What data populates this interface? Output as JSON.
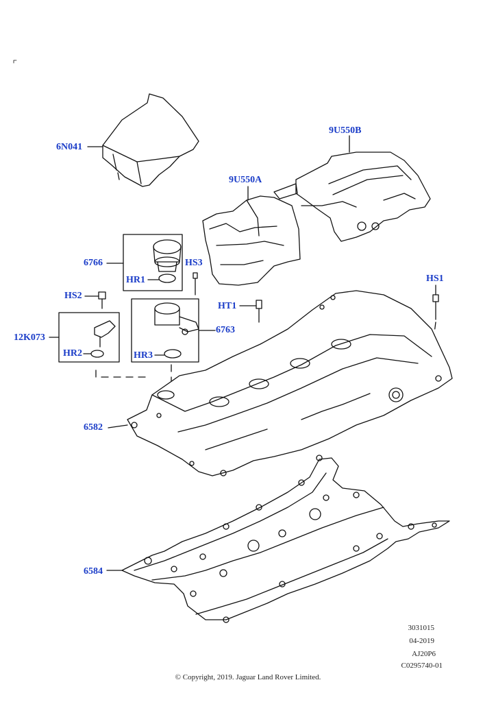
{
  "callouts": {
    "6N041": "6N041",
    "9U550B": "9U550B",
    "9U550A": "9U550A",
    "6766": "6766",
    "HR1": "HR1",
    "HS3": "HS3",
    "HS1": "HS1",
    "HS2": "HS2",
    "HT1": "HT1",
    "12K073": "12K073",
    "6763": "6763",
    "HR2": "HR2",
    "HR3": "HR3",
    "6582": "6582",
    "6584": "6584"
  },
  "meta": {
    "ref": "3031015",
    "date": "04-2019",
    "engine": "AJ20P6",
    "code": "C0295740-01"
  },
  "copyright": "© Copyright, 2019. Jaguar Land Rover Limited.",
  "colors": {
    "callout": "#1a3cc8",
    "line": "#111111"
  }
}
